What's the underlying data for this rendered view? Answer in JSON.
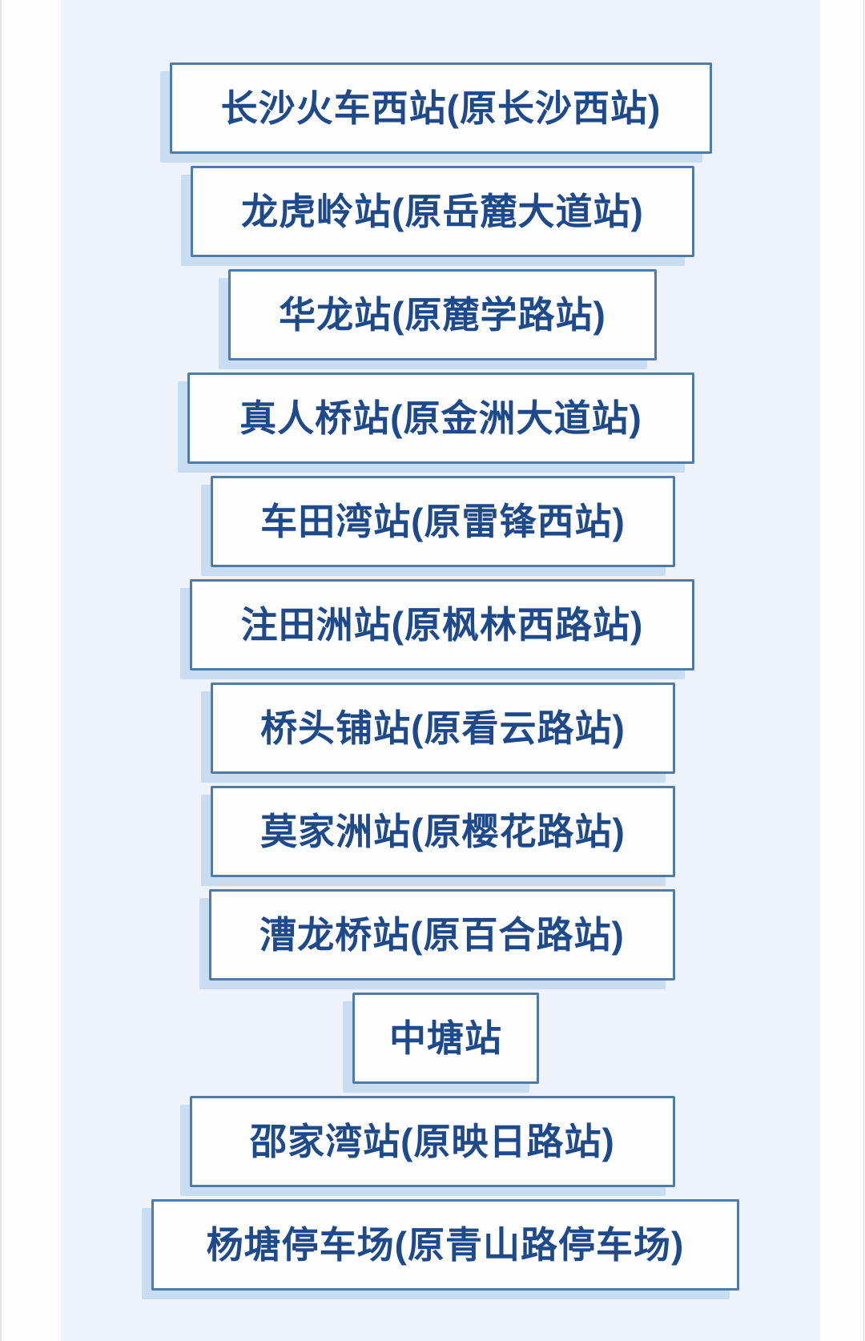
{
  "colors": {
    "panel_background": "#eef3fb",
    "card_background": "#fefefe",
    "card_border": "#4e7ba8",
    "card_shadow": "#c8dcf2",
    "station_text": "#1e4a8c"
  },
  "stations": [
    {
      "label": "长沙火车西站(原长沙西站)"
    },
    {
      "label": "龙虎岭站(原岳麓大道站)"
    },
    {
      "label": "华龙站(原麓学路站)"
    },
    {
      "label": "真人桥站(原金洲大道站)"
    },
    {
      "label": "车田湾站(原雷锋西站)"
    },
    {
      "label": "注田洲站(原枫林西路站)"
    },
    {
      "label": "桥头铺站(原看云路站)"
    },
    {
      "label": "莫家洲站(原樱花路站)"
    },
    {
      "label": "漕龙桥站(原百合路站)"
    },
    {
      "label": "中塘站"
    },
    {
      "label": "邵家湾站(原映日路站)"
    },
    {
      "label": "杨塘停车场(原青山路停车场)"
    }
  ]
}
